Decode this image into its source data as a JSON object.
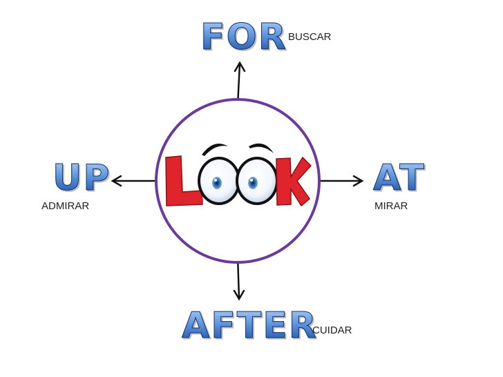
{
  "center": {
    "letters": [
      "L",
      "O",
      "O",
      "K"
    ]
  },
  "branches": [
    {
      "preposition": "FOR",
      "translation": "BUSCAR"
    },
    {
      "preposition": "UP",
      "translation": "ADMIRAR"
    },
    {
      "preposition": "AT",
      "translation": "MIRAR"
    },
    {
      "preposition": "AFTER",
      "translation": "CUIDAR"
    }
  ],
  "colors": {
    "circle_stroke": "#6b3a9c",
    "look_letters": "#e0242c",
    "preposition_fill": "#3d7bd0",
    "arrow": "#111111"
  }
}
